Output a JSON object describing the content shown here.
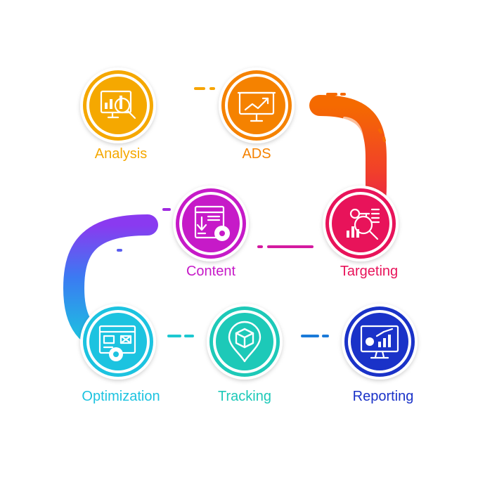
{
  "steps": [
    {
      "id": "analysis",
      "label": "Analysis",
      "icon": "analysis-magnifier-chart-icon",
      "color": "#f5a800"
    },
    {
      "id": "ads",
      "label": "ADS",
      "icon": "presentation-board-trend-icon",
      "color": "#f58200"
    },
    {
      "id": "targeting",
      "label": "Targeting",
      "icon": "targeting-key-search-icon",
      "color": "#e8135a"
    },
    {
      "id": "content",
      "label": "Content",
      "icon": "content-download-gear-icon",
      "color": "#c61ac8"
    },
    {
      "id": "optimization",
      "label": "Optimization",
      "icon": "optimization-window-gear-icon",
      "color": "#1cc3e0"
    },
    {
      "id": "tracking",
      "label": "Tracking",
      "icon": "tracking-location-box-icon",
      "color": "#1dc9b8"
    },
    {
      "id": "reporting",
      "label": "Reporting",
      "icon": "reporting-monitor-chart-icon",
      "color": "#1a32c8"
    }
  ]
}
